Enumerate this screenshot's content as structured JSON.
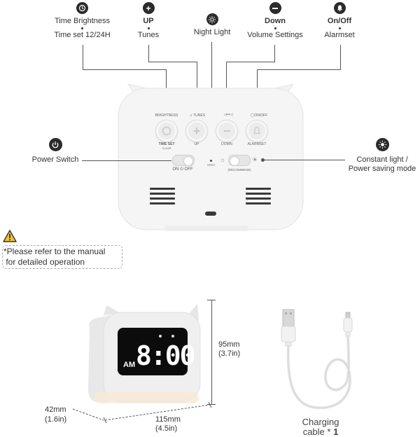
{
  "callouts": {
    "brightness": {
      "line1": "Time Brightness",
      "line2": "Time set 12/24H",
      "icon": "clock-icon"
    },
    "up": {
      "title": "UP",
      "line2": "Tunes",
      "icon": "plus-icon"
    },
    "night_light": {
      "line1": "Night Light",
      "icon": "sun-icon"
    },
    "down": {
      "title": "Down",
      "line2": "Volume Settings",
      "icon": "minus-icon"
    },
    "onoff": {
      "title": "On/Off",
      "line2": "Alarmset",
      "icon": "bell-icon"
    },
    "power": {
      "label": "Power Switch",
      "icon": "power-icon"
    },
    "constant": {
      "line1": "Constant light /",
      "line2": "Power saving mode",
      "icon": "sun-icon"
    }
  },
  "device": {
    "labels": {
      "brightness": "BRIGHTNESS",
      "tunes": "TUNES",
      "onoff": "ON/OFF",
      "time_set": "TIME SET",
      "clear": "CLEAR",
      "up": "UP",
      "down": "DOWN",
      "alarmset": "ALARMSET",
      "on": "ON",
      "off": "OFF",
      "recommend": "(RECOMMEND)",
      "reset": "RESET"
    }
  },
  "note": {
    "line1": "*Please refer to the manual",
    "line2": " for detailed operation"
  },
  "clock": {
    "ampm": "AM",
    "time": "8:00"
  },
  "dimensions": {
    "height_mm": "95mm",
    "height_in": "(3.7in)",
    "depth_mm": "42mm",
    "depth_in": "(1.6in)",
    "width_mm": "115mm",
    "width_in": "(4.5in)"
  },
  "cable": {
    "line1": "Charging",
    "line2_text": "cable * ",
    "line2_count": "1"
  }
}
